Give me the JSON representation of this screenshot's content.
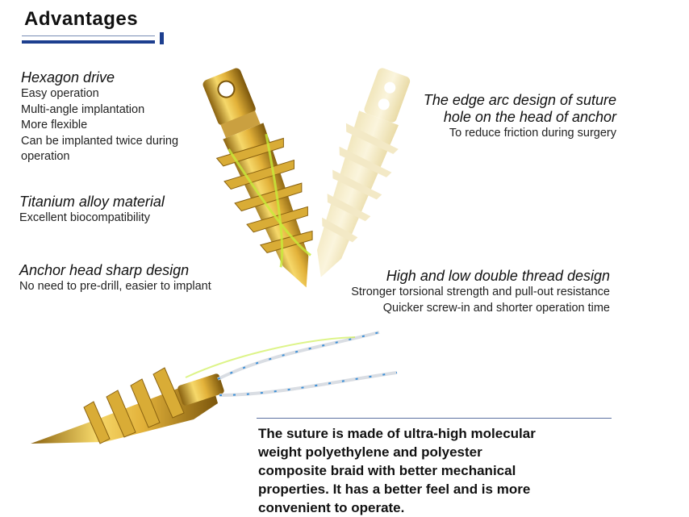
{
  "header": {
    "title": "Advantages"
  },
  "features_left": [
    {
      "heading": "Hexagon drive",
      "lines": [
        "Easy operation",
        "Multi-angle implantation",
        "More flexible",
        "Can be implanted twice during",
        "operation"
      ]
    },
    {
      "heading": "Titanium alloy material",
      "lines": [
        "Excellent biocompatibility"
      ]
    },
    {
      "heading": "Anchor head sharp design",
      "lines": [
        "No need to pre-drill, easier to implant"
      ]
    }
  ],
  "features_right": [
    {
      "heading_lines": [
        "The edge arc design of suture",
        "hole on the head of anchor"
      ],
      "lines": [
        "To reduce friction during surgery"
      ]
    },
    {
      "heading_lines": [
        "High and low double thread design"
      ],
      "lines": [
        "Stronger torsional strength and pull-out resistance",
        "Quicker screw-in and shorter operation time"
      ]
    }
  ],
  "callout": {
    "lines": [
      "The suture is made of ultra-high molecular",
      "weight polyethylene and polyester",
      "composite braid with better mechanical",
      "properties. It has a better feel and is more",
      "convenient to operate."
    ]
  },
  "colors": {
    "accent": "#1d3f8f",
    "gold": "#d4a52a",
    "suture_blue": "#3a8fd8"
  },
  "images": [
    {
      "name": "anchor-screw-gold",
      "icon": "anchor-screw-icon"
    },
    {
      "name": "anchor-screw-faded",
      "icon": "anchor-screw-icon"
    },
    {
      "name": "anchor-screw-with-suture",
      "icon": "anchor-screw-suture-icon"
    }
  ]
}
